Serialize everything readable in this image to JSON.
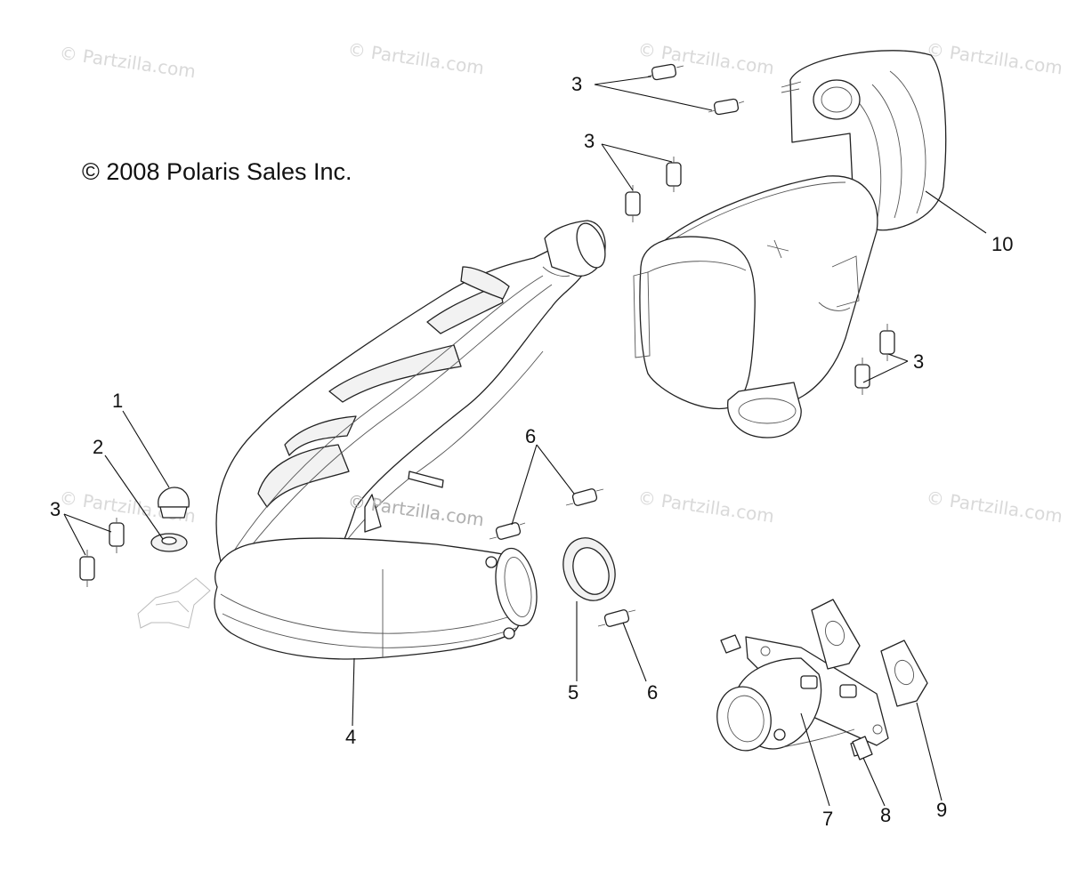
{
  "copyright": "© 2008 Polaris Sales Inc.",
  "watermark": "© Partzilla.com",
  "watermark_center": "© Partzilla.com",
  "callouts": {
    "c1": "1",
    "c2": "2",
    "c3_left": "3",
    "c3_top1": "3",
    "c3_top2": "3",
    "c3_right": "3",
    "c4": "4",
    "c5": "5",
    "c6_top": "6",
    "c6_bottom": "6",
    "c7": "7",
    "c8": "8",
    "c9": "9",
    "c10": "10"
  },
  "colors": {
    "line": "#222222",
    "watermark": "#d9d9d9",
    "background": "#ffffff"
  }
}
